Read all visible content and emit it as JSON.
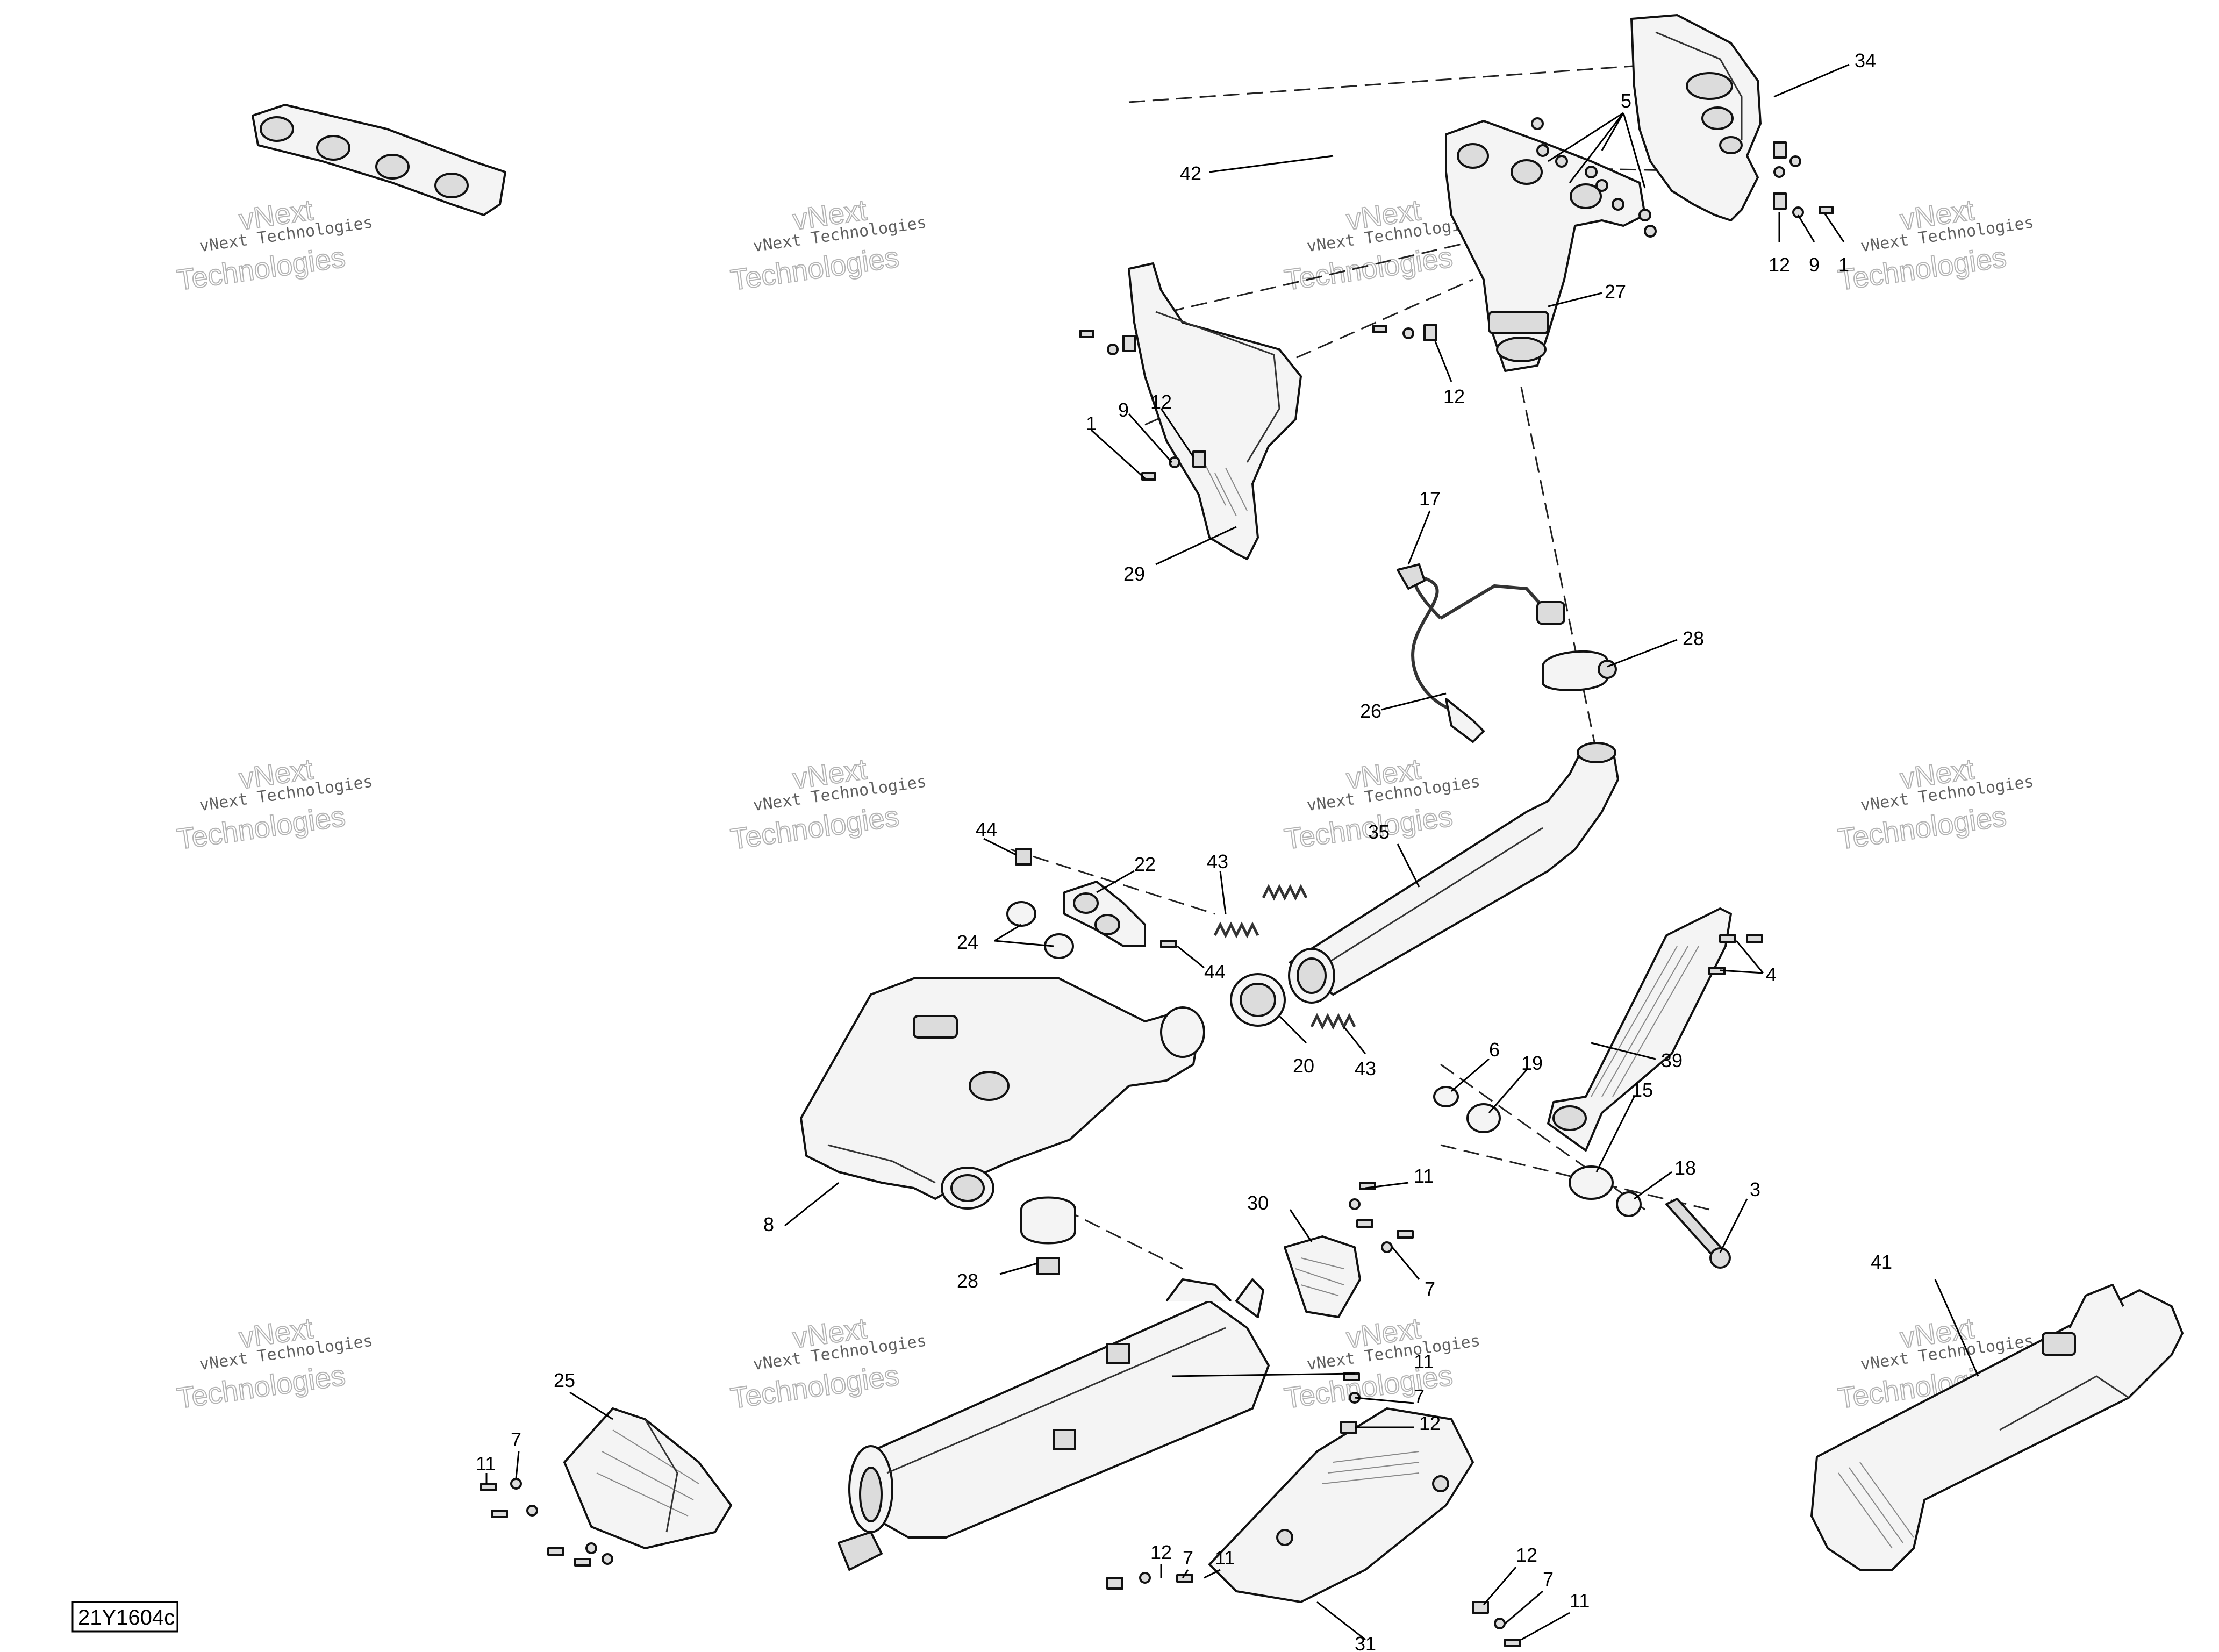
{
  "diagram_code": "21Y1604c",
  "watermark": {
    "line1": "vNext Technologies",
    "line2_big": "vNext",
    "line2": "Technologies"
  },
  "callouts": {
    "p34": "34",
    "p5": "5",
    "p42": "42",
    "p12a": "12",
    "p9a": "9",
    "p1a": "1",
    "p27": "27",
    "p12b": "12",
    "p1b": "1",
    "p9b": "9",
    "p12c": "12",
    "p29": "29",
    "p17": "17",
    "p28a": "28",
    "p26": "26",
    "p35": "35",
    "p44a": "44",
    "p22": "22",
    "p43a": "43",
    "p24": "24",
    "p44b": "44",
    "p4": "4",
    "p20": "20",
    "p43b": "43",
    "p6": "6",
    "p19": "19",
    "p39": "39",
    "p15": "15",
    "p18": "18",
    "p8": "8",
    "p11a": "11",
    "p30": "30",
    "p3": "3",
    "p28b": "28",
    "p7a": "7",
    "p41": "41",
    "p25": "25",
    "p11b": "11",
    "p7b": "7",
    "p11c": "11",
    "p7c": "7",
    "p12d": "12",
    "p12e": "12",
    "p7d": "7",
    "p11d": "11",
    "p12f": "12",
    "p7e": "7",
    "p11e": "11",
    "p31": "31"
  }
}
